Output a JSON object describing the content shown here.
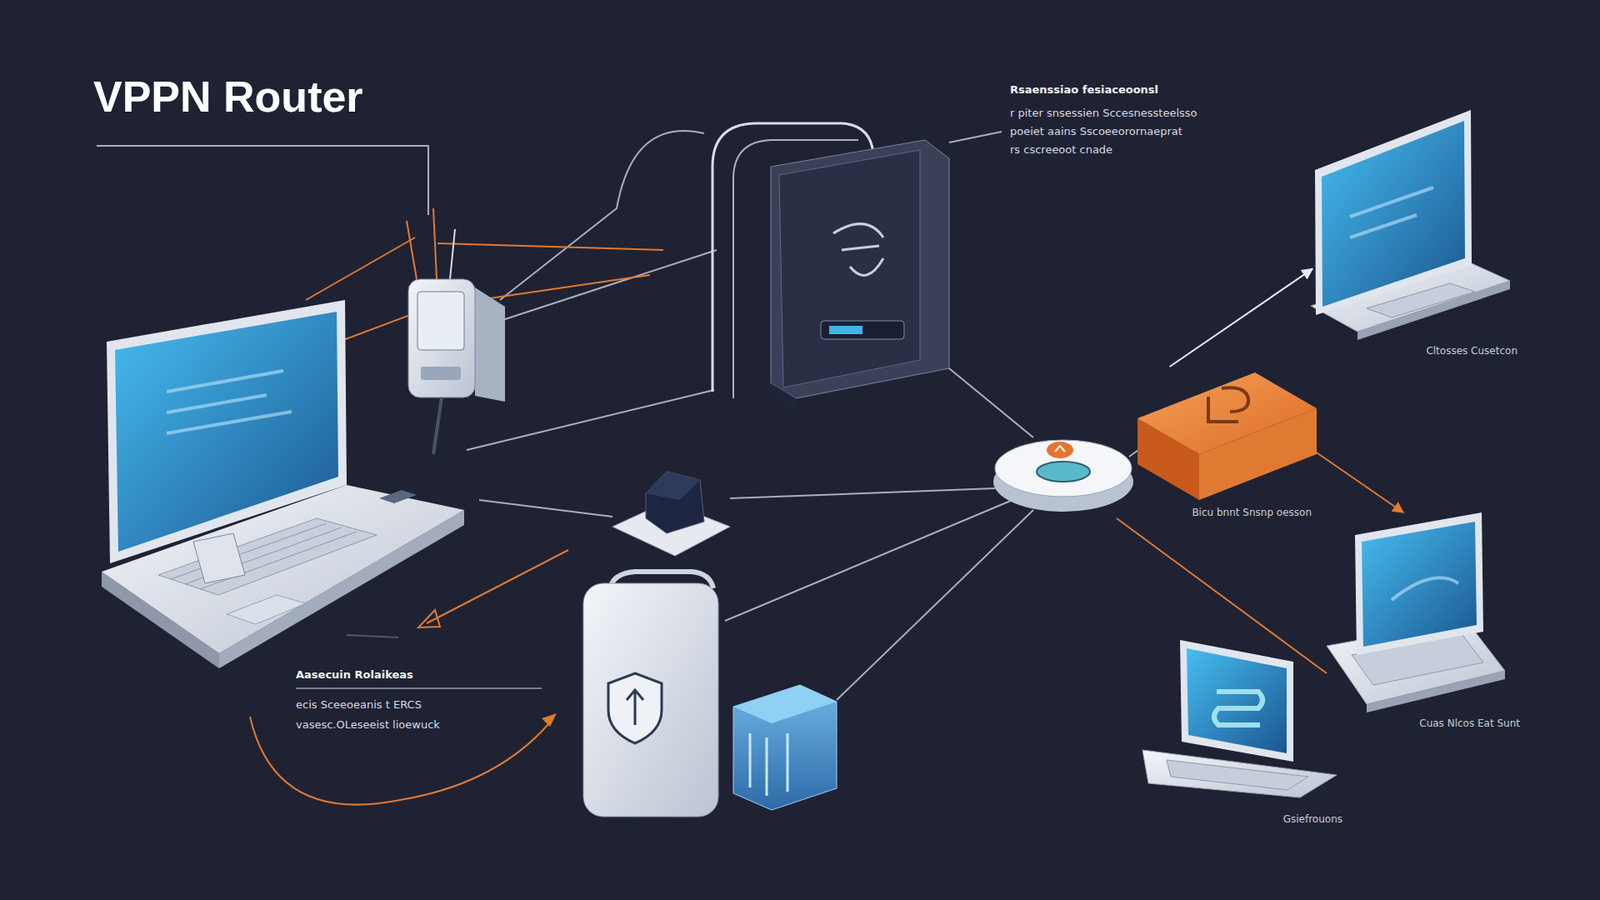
{
  "diagram": {
    "title": "VPPN Router",
    "nodes": [
      {
        "text": [
          "Cltosses Cusetcon"
        ]
      },
      {
        "text": [
          "Bicu bnnt Snsnp oesson"
        ]
      },
      {
        "text": [
          "Cuas Nlcos Eat Sunt"
        ]
      },
      {
        "text": [
          "Gsiefrouons"
        ]
      }
    ],
    "edges": [
      {
        "from": 1,
        "to": 0,
        "arrow": "to"
      },
      {
        "from": 1,
        "to": 2,
        "arrow": "to"
      }
    ],
    "labels": [
      "Rsaenssiao fesiaceoonsl",
      "r piter snsessien Sccesnessteelsso",
      "poeiet aains Sscoeeorornaeprat",
      "rs cscreeoot cnade",
      "Aasecuin Rolaikeas",
      "ecis Sceeoeanis t ERCS",
      "vasesc.OLeseeist lioewuck"
    ]
  }
}
